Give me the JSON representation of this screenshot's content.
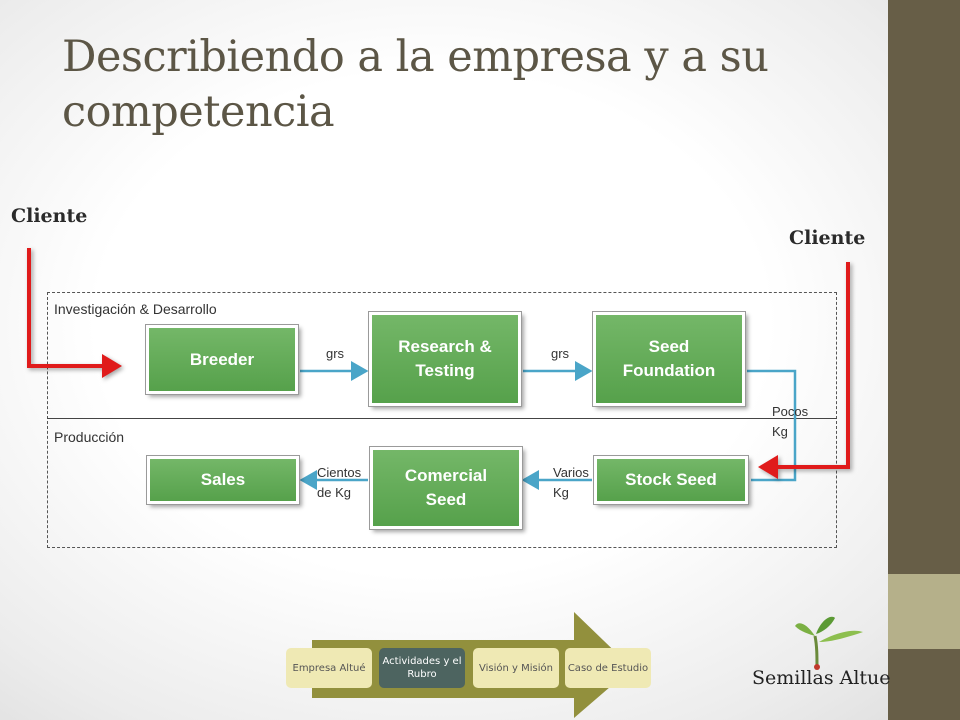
{
  "slide": {
    "title": "Describiendo a la empresa y a su competencia"
  },
  "clients": {
    "left": "Cliente",
    "right": "Cliente"
  },
  "regions": {
    "top_label": "Investigación & Desarrollo",
    "bottom_label": "Producción"
  },
  "boxes": {
    "breeder": "Breeder",
    "research": "Research & Testing",
    "seed_foundation": "Seed Foundation",
    "stock_seed": "Stock Seed",
    "comercial_seed": "Comercial Seed",
    "sales": "Sales"
  },
  "flow_labels": {
    "breeder_to_research": "grs",
    "research_to_foundation": "grs",
    "foundation_to_stock": "Pocos Kg",
    "stock_to_comercial": "Varios Kg",
    "comercial_to_sales": "Cientos de Kg"
  },
  "nav": {
    "items": [
      {
        "label": "Empresa Altué",
        "active": false
      },
      {
        "label": "Actividades y el Rubro",
        "active": true
      },
      {
        "label": "Visión y Misión",
        "active": false
      },
      {
        "label": "Caso de Estudio",
        "active": false
      }
    ]
  },
  "logo": {
    "text": "Semillas Altue"
  },
  "colors": {
    "sidebar": "#675e47",
    "sidebar_accent": "#b5b08a",
    "box_green": "#5ea853",
    "connector": "#4aa5c8",
    "client_arrow": "#e01b1b",
    "nav_active": "#4d6460",
    "nav_inactive": "#efe9b4",
    "nav_arrow": "#8c8a33"
  }
}
